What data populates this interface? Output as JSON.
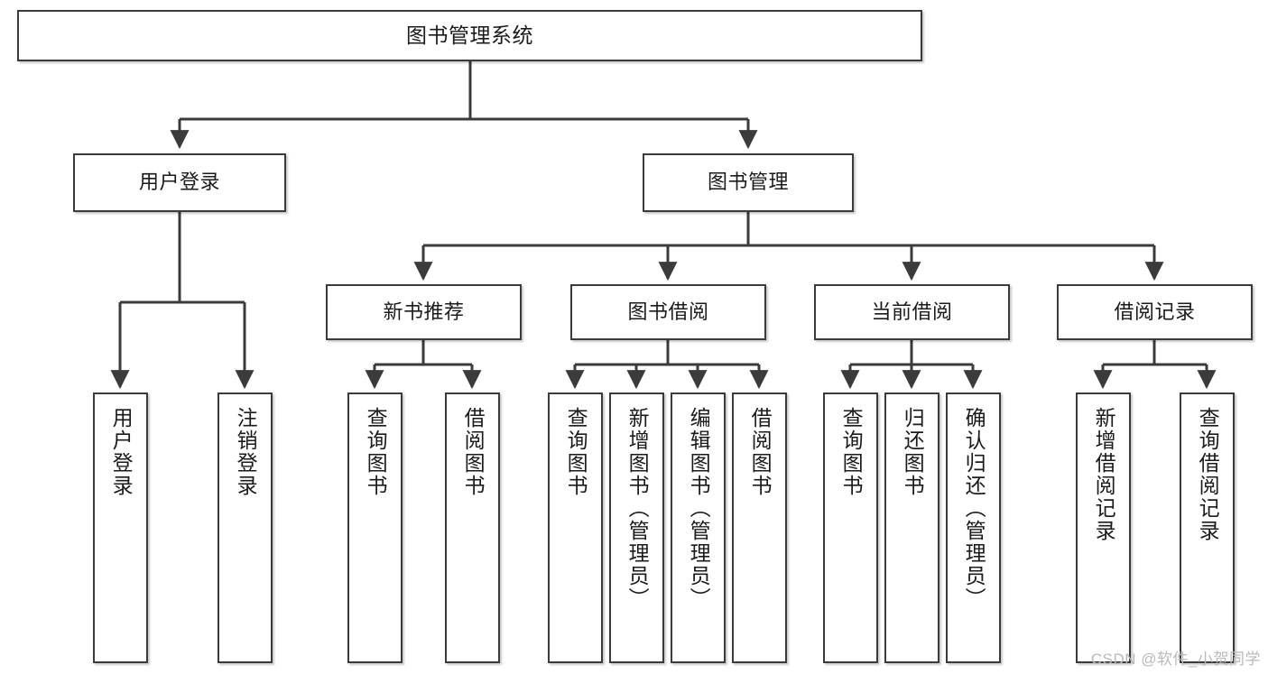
{
  "diagram": {
    "title": "图书管理系统",
    "watermark": "CSDN @软件_小贺同学",
    "style": {
      "border_color": "#3b3b3b",
      "box_fill": "#ffffff",
      "text_color": "#1b1b1b",
      "background": "#ffffff",
      "watermark_color": "#b9b9b9"
    },
    "nodes": [
      {
        "id": "root",
        "label": "图书管理系统",
        "level": 1
      },
      {
        "id": "login",
        "label": "用户登录",
        "level": 2
      },
      {
        "id": "bookmgmt",
        "label": "图书管理",
        "level": 2
      },
      {
        "id": "newbook",
        "label": "新书推荐",
        "level": 3
      },
      {
        "id": "borrow",
        "label": "图书借阅",
        "level": 3
      },
      {
        "id": "current",
        "label": "当前借阅",
        "level": 3
      },
      {
        "id": "records",
        "label": "借阅记录",
        "level": 3
      },
      {
        "id": "l1",
        "label": "用户登录",
        "level": 4
      },
      {
        "id": "l2",
        "label": "注销登录",
        "level": 4
      },
      {
        "id": "l3",
        "label": "查询图书",
        "level": 4
      },
      {
        "id": "l4",
        "label": "借阅图书",
        "level": 4
      },
      {
        "id": "l5",
        "label": "查询图书",
        "level": 4
      },
      {
        "id": "l6",
        "label": "新增图书（管理员）",
        "level": 4
      },
      {
        "id": "l7",
        "label": "编辑图书（管理员）",
        "level": 4
      },
      {
        "id": "l8",
        "label": "借阅图书",
        "level": 4
      },
      {
        "id": "l9",
        "label": "查询图书",
        "level": 4
      },
      {
        "id": "l10",
        "label": "归还图书",
        "level": 4
      },
      {
        "id": "l11",
        "label": "确认归还（管理员）",
        "level": 4
      },
      {
        "id": "l12",
        "label": "新增借阅记录",
        "level": 4
      },
      {
        "id": "l13",
        "label": "查询借阅记录",
        "level": 4
      }
    ],
    "edges": [
      {
        "from": "root",
        "to": "login"
      },
      {
        "from": "root",
        "to": "bookmgmt"
      },
      {
        "from": "login",
        "to": "l1"
      },
      {
        "from": "login",
        "to": "l2"
      },
      {
        "from": "bookmgmt",
        "to": "newbook"
      },
      {
        "from": "bookmgmt",
        "to": "borrow"
      },
      {
        "from": "bookmgmt",
        "to": "current"
      },
      {
        "from": "bookmgmt",
        "to": "records"
      },
      {
        "from": "newbook",
        "to": "l3"
      },
      {
        "from": "newbook",
        "to": "l4"
      },
      {
        "from": "borrow",
        "to": "l5"
      },
      {
        "from": "borrow",
        "to": "l6"
      },
      {
        "from": "borrow",
        "to": "l7"
      },
      {
        "from": "borrow",
        "to": "l8"
      },
      {
        "from": "current",
        "to": "l9"
      },
      {
        "from": "current",
        "to": "l10"
      },
      {
        "from": "current",
        "to": "l11"
      },
      {
        "from": "records",
        "to": "l12"
      },
      {
        "from": "records",
        "to": "l13"
      }
    ]
  }
}
